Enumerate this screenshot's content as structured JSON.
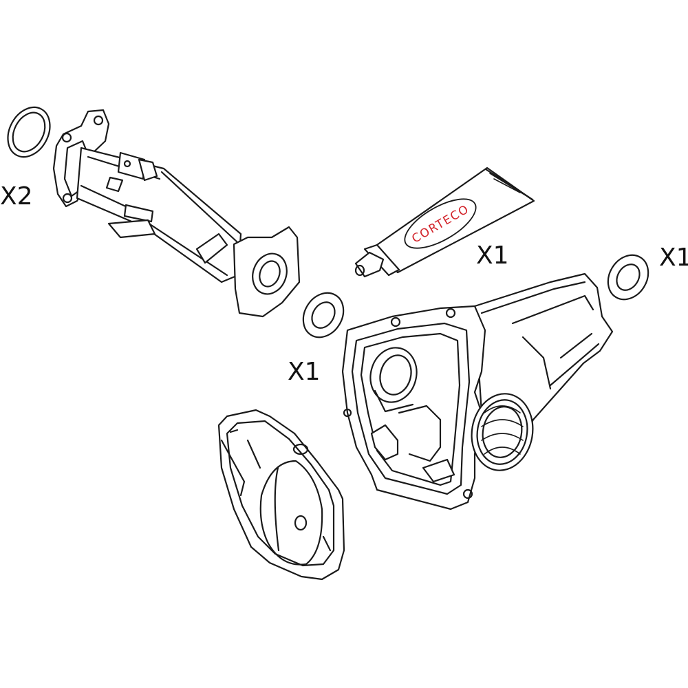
{
  "labels": {
    "oring_qty": "X2",
    "tube_qty": "X1",
    "seal_left_qty": "X1",
    "seal_right_qty": "X1"
  },
  "sealant": {
    "brand": "CORTECO",
    "brand_color": "#d2232a"
  },
  "colors": {
    "line": "#1a1a1a",
    "background": "#ffffff"
  }
}
